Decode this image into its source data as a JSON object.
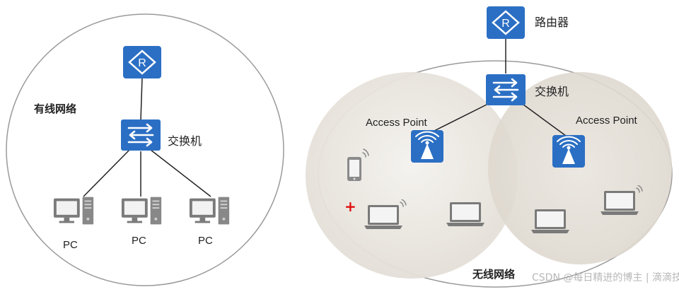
{
  "wired": {
    "title": "有线网络",
    "switch_label": "交换机",
    "pc_labels": [
      "PC",
      "PC",
      "PC"
    ]
  },
  "wireless": {
    "title": "无线网络",
    "router_label": "路由器",
    "switch_label": "交换机",
    "ap_left_label": "Access Point",
    "ap_right_label": "Access Point",
    "plus_sign": "+"
  },
  "watermark": "CSDN @每日精进的博主 | 滴滴技术社区",
  "colors": {
    "device_blue": "#2b6fc4",
    "device_blue_dark": "#1f5aa6",
    "outline": "#9a9a9a",
    "coverage": "#ebe7e1",
    "add_mark": "#e01010"
  },
  "icons": [
    "router-icon",
    "switch-icon",
    "pc-icon",
    "access-point-icon",
    "phone-icon",
    "laptop-icon"
  ]
}
